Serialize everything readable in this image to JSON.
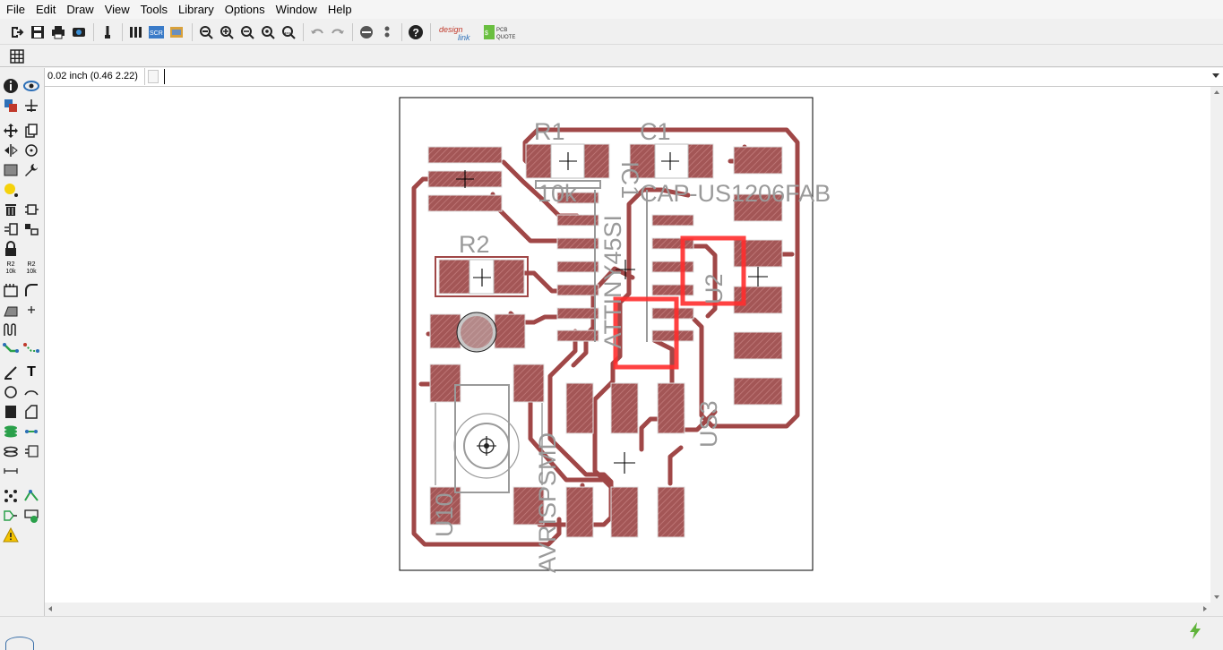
{
  "menu": [
    "File",
    "Edit",
    "Draw",
    "View",
    "Tools",
    "Library",
    "Options",
    "Window",
    "Help"
  ],
  "toolbar": {
    "designlink_text": "design link",
    "pcbquote_text": "PCB QUOTE"
  },
  "command": {
    "coordinates": "0.02 inch (0.46 2.22)",
    "value": ""
  },
  "left_tools": {
    "r2_10k_a": "R2 10k",
    "r2_10k_b": "R2 10k",
    "text_tool": "T"
  },
  "board": {
    "labels": {
      "r1": "R1",
      "c1": "C1",
      "r1_val": "10k",
      "c1_val": "CAP-US1206FAB",
      "r2": "R2",
      "ic1": "IC1",
      "ic1_val": "ATTINY45SI",
      "u2": "U2",
      "us3": "US3",
      "avrisp": "AVRISPSMD",
      "u10": "U10"
    }
  },
  "colors": {
    "pad": "#a05353",
    "trace": "#a04747",
    "selection": "#ff2d2d",
    "silkscreen": "#9a9a9a",
    "outline": "#000000"
  }
}
